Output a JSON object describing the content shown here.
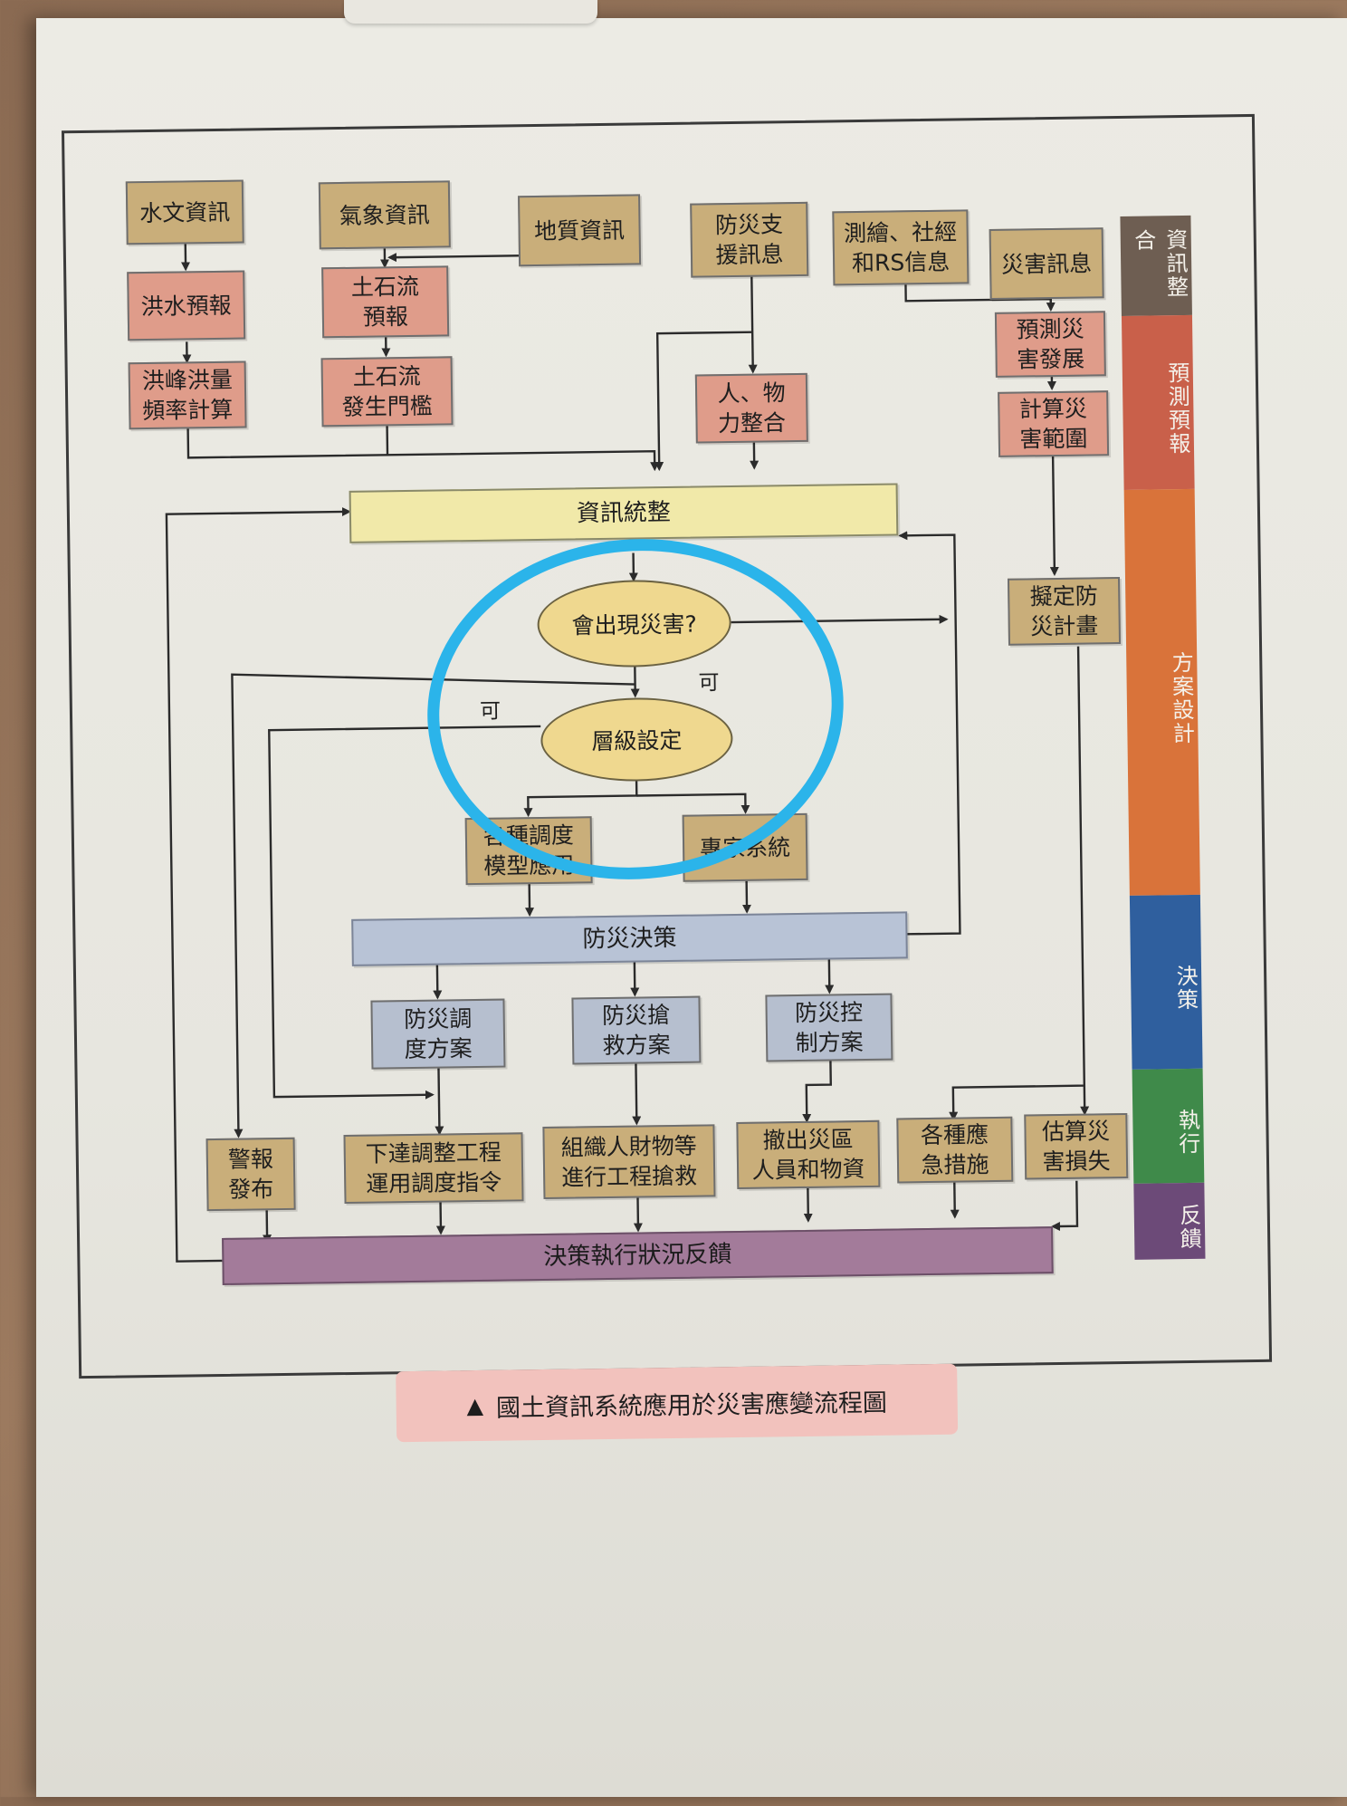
{
  "boxes": {
    "hydro": "水文資訊",
    "meteo": "氣象資訊",
    "geo": "地質資訊",
    "support": "防災支\n援訊息",
    "survey": "測繪、社經\n和RS信息",
    "disaster_info": "災害訊息",
    "flood_forecast": "洪水預報",
    "debris_forecast": "土石流\n預報",
    "flood_freq": "洪峰洪量\n頻率計算",
    "debris_threshold": "土石流\n發生門檻",
    "resource": "人、物\n力整合",
    "predict_dev": "預測災\n害發展",
    "calc_range": "計算災\n害範圍",
    "integration": "資訊統整",
    "plan": "擬定防\n災計畫",
    "q_disaster": "會出現災害?",
    "level": "層級設定",
    "yes1": "可",
    "yes2": "可",
    "model": "各種調度\n模型應用",
    "expert": "專家系統",
    "decision": "防災決策",
    "dispatch_plan": "防災調\n度方案",
    "rescue_plan": "防災搶\n救方案",
    "control_plan": "防災控\n制方案",
    "warning": "警報\n發布",
    "issue_order": "下達調整工程\n運用調度指令",
    "organize": "組織人財物等\n進行工程搶救",
    "evacuate": "撤出災區\n人員和物資",
    "measures": "各種應\n急措施",
    "estimate": "估算災\n害損失",
    "feedback": "決策執行狀況反饋"
  },
  "stages": [
    "資訊整合",
    "預測預報",
    "方案設計",
    "決策",
    "執行",
    "反饋"
  ],
  "stage_colors": [
    "#6e5e52",
    "#c9604a",
    "#d9733a",
    "#2f5f9e",
    "#3f8a4a",
    "#6c4a78"
  ],
  "caption": "國土資訊系統應用於災害應變流程圖",
  "caption_marker": "▲"
}
